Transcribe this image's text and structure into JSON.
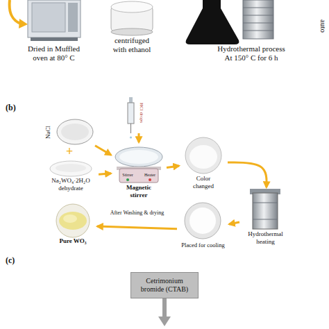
{
  "diagram": {
    "nodes": [
      {
        "text": [
          "Dried in Muffled oven at 80° C"
        ]
      },
      {
        "text": [
          "centrifuged with ethanol"
        ]
      },
      {
        "text": [
          "Hydrothermal process At 150° C for 6 h"
        ]
      },
      {
        "text": [
          "NaCl"
        ]
      },
      {
        "text": [
          "Na₂WO₄·2H₂O dehydrate"
        ]
      },
      {
        "text": [
          "HCl drops"
        ]
      },
      {
        "text": [
          "Stirrer",
          "Heater",
          "Magnetic stirrer"
        ]
      },
      {
        "text": [
          "Color changed"
        ]
      },
      {
        "text": [
          "Hydrothermal heating"
        ]
      },
      {
        "text": [
          "Placed for cooling"
        ]
      },
      {
        "text": [
          "Pure WO₃"
        ]
      },
      {
        "text": [
          "Cetrimonium bromide (CTAB)"
        ]
      }
    ],
    "edges": [
      {
        "from": 3,
        "to": 6,
        "arrow": "to"
      },
      {
        "from": 4,
        "to": 6,
        "arrow": "to"
      },
      {
        "from": 5,
        "to": 6,
        "arrow": "to"
      },
      {
        "from": 6,
        "to": 7,
        "arrow": "to"
      },
      {
        "from": 7,
        "to": 8,
        "arrow": "to"
      },
      {
        "from": 8,
        "to": 9,
        "arrow": "to"
      },
      {
        "from": 9,
        "to": 10,
        "label": "After Washing & drying",
        "arrow": "to"
      }
    ],
    "labels": [
      "auto",
      "(b)",
      "+",
      "(c)"
    ]
  }
}
